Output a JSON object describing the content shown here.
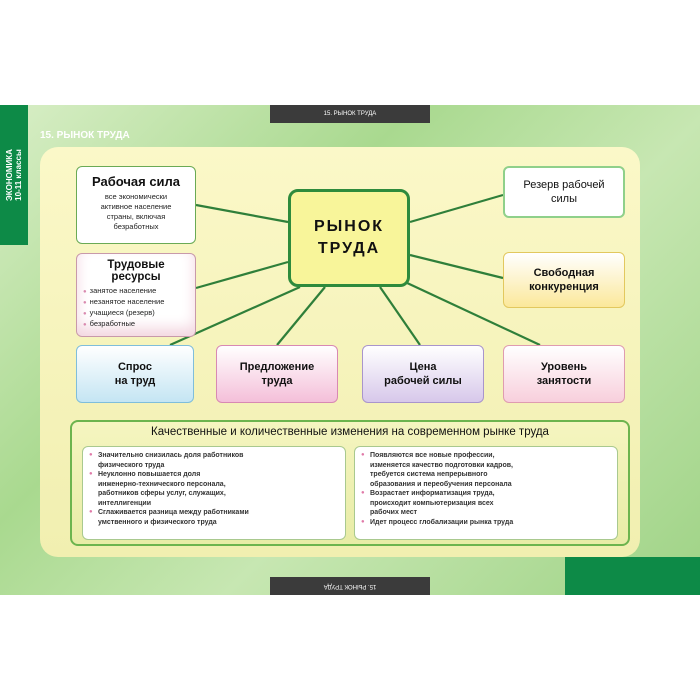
{
  "side_label": {
    "line1": "ЭКОНОМИКА",
    "line2": "10-11 классы"
  },
  "tab_label": "15. РЫНОК ТРУДА",
  "poster_title": "15. РЫНОК ТРУДА",
  "center": {
    "line1": "РЫНОК",
    "line2": "ТРУДА"
  },
  "rabochaya_sila": {
    "title": "Рабочая сила",
    "text": [
      "все экономически",
      "активное население",
      "страны, включая",
      "безработных"
    ]
  },
  "trudovye_resursy": {
    "title_line1": "Трудовые",
    "title_line2": "ресурсы",
    "items": [
      "занятое население",
      "незанятое население",
      "учащиеся (резерв)",
      "безработные"
    ]
  },
  "right_boxes": {
    "rezerv": [
      "Резерв рабочей",
      "силы"
    ],
    "konkurenciya": [
      "Свободная",
      "конкуренция"
    ],
    "uroven": [
      "Уровень",
      "занятости"
    ]
  },
  "bottom_row": {
    "spros": [
      "Спрос",
      "на труд"
    ],
    "predlozhenie": [
      "Предложение",
      "труда"
    ],
    "cena": [
      "Цена",
      "рабочей силы"
    ]
  },
  "changes": {
    "title": "Качественные и количественные изменения на современном рынке труда",
    "left": [
      [
        "Значительно снизилась доля работников",
        "физического труда"
      ],
      [
        "Неуклонно повышается доля",
        "инженерно-технического персонала,",
        "работников сферы услуг, служащих,",
        "интеллигенции"
      ],
      [
        "Сглаживается разница между работниками",
        "умственного и физического труда"
      ]
    ],
    "right": [
      [
        "Появляются все новые профессии,",
        "изменяется качество подготовки кадров,",
        "требуется система непрерывного",
        "образования и переобучения персонала"
      ],
      [
        "Возрастает информатизация труда,",
        "происходит компьютеризация всех",
        "рабочих мест"
      ],
      [
        "Идет процесс глобализации рынка труда"
      ]
    ]
  },
  "colors": {
    "green_band": "#0d8a47",
    "center_border": "#2e8b3c",
    "panel": "#fbf8c8"
  }
}
